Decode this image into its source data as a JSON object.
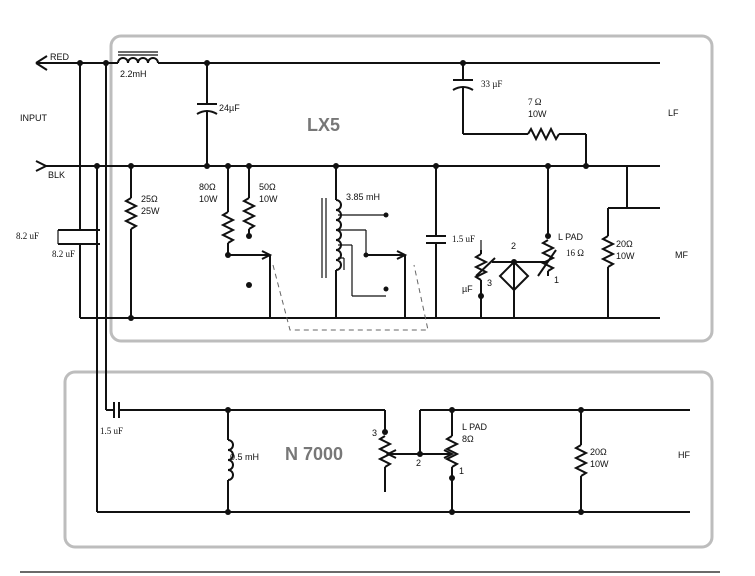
{
  "sections": {
    "lx5_title": "LX5",
    "n7000_title": "N 7000"
  },
  "input": {
    "red": "RED",
    "blk": "BLK",
    "input": "INPUT"
  },
  "outputs": {
    "lf": "LF",
    "mf": "MF",
    "hf": "HF"
  },
  "components": {
    "l_2_2mh": "2.2mH",
    "c_24uf": "24µF",
    "c_33uf": "33 µF",
    "r_7ohm": "7  Ω",
    "r_7ohm_w": "10W",
    "r_25ohm": "25Ω",
    "r_25ohm_w": "25W",
    "r_80ohm": "80Ω",
    "r_80ohm_w": "10W",
    "r_50ohm": "50Ω",
    "r_50ohm_w": "10W",
    "l_3_85mh": "3.85 mH",
    "c_1_5uf_a": "1.5 uF",
    "c_uf": "µF",
    "pin_2_top": "2",
    "pin_3_top": "3",
    "lpad_top": "L PAD",
    "lpad_top_ohm": "16  Ω",
    "pin_1_top": "1",
    "r_20ohm_mf": "20Ω",
    "r_20ohm_mf_w": "10W",
    "c_8_2uf_a": "8.2 uF",
    "c_8_2uf_b": "8.2 uF",
    "c_1_5uf_b": "1.5 uF",
    "l_0_5mh": "0.5 mH",
    "pin_3_bot": "3",
    "pin_2_bot": "2",
    "lpad_bot": "L PAD",
    "lpad_bot_ohm": "8Ω",
    "pin_1_bot": "1",
    "r_20ohm_hf": "20Ω",
    "r_20ohm_hf_w": "10W"
  }
}
